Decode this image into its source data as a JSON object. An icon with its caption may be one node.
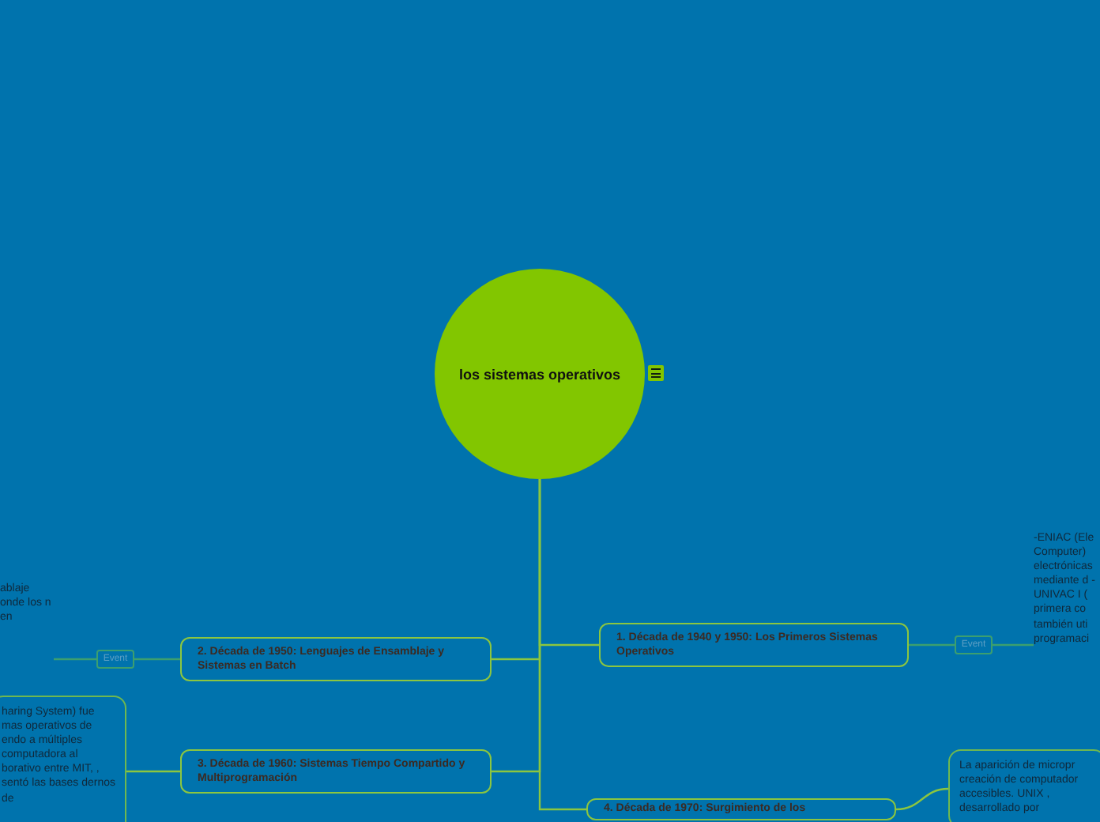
{
  "diagram": {
    "nodes": [
      {
        "text": [
          "los sistemas operativos"
        ]
      },
      {
        "text": [
          "1. Década de 1940 y 1950: Los Primeros Sistemas Operativos"
        ]
      },
      {
        "text": [
          "Event"
        ]
      },
      {
        "text": [
          "-ENIAC (Ele Computer) electrónicas mediante d -UNIVAC I ( primera co también uti programaci"
        ]
      },
      {
        "text": [
          "2. Década de 1950: Lenguajes de Ensamblaje y Sistemas en Batch"
        ]
      },
      {
        "text": [
          "Event"
        ]
      },
      {
        "text": [
          "ablaje onde los n en"
        ]
      },
      {
        "text": [
          "3. Década de 1960: Sistemas Tiempo Compartido y Multiprogramación"
        ]
      },
      {
        "text": [
          "haring System) fue mas operativos de endo a múltiples computadora al borativo entre MIT, , sentó las bases dernos de"
        ]
      },
      {
        "text": [
          "4. Década de 1970: Surgimiento de los"
        ]
      },
      {
        "text": [
          "La aparición de micropr creación de computador accesibles. UNIX , desarrollado por"
        ]
      }
    ],
    "edges": [
      {
        "from": 0,
        "to": 1,
        "arrow": "none"
      },
      {
        "from": 1,
        "to": 2,
        "arrow": "none"
      },
      {
        "from": 2,
        "to": 3,
        "arrow": "none"
      },
      {
        "from": 0,
        "to": 4,
        "arrow": "none"
      },
      {
        "from": 4,
        "to": 5,
        "arrow": "none"
      },
      {
        "from": 5,
        "to": 6,
        "arrow": "none"
      },
      {
        "from": 0,
        "to": 7,
        "arrow": "none"
      },
      {
        "from": 7,
        "to": 8,
        "arrow": "none"
      },
      {
        "from": 0,
        "to": 9,
        "arrow": "none"
      },
      {
        "from": 9,
        "to": 10,
        "arrow": "none"
      }
    ]
  }
}
